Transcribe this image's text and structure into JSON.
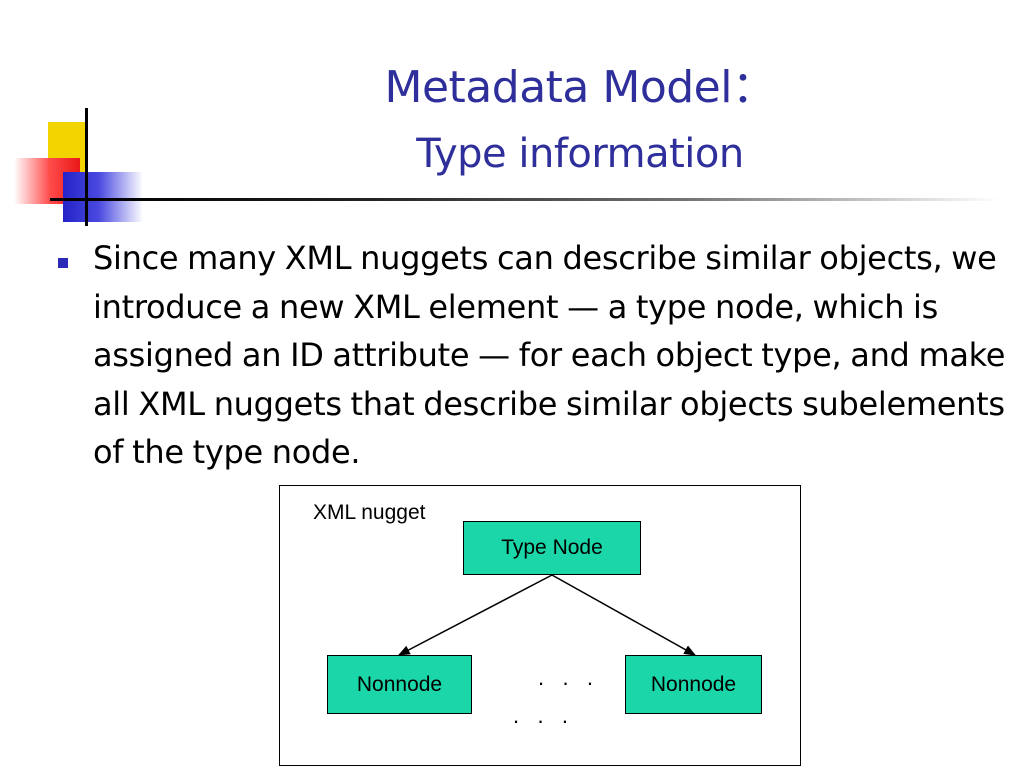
{
  "slide": {
    "title_line1": "Metadata Model：",
    "title_line2": "Type information",
    "bullet_text": "Since many XML nuggets can describe similar objects, we introduce a new XML element — a type node, which is assigned an ID attribute — for each object type, and make all XML nuggets that describe similar objects subelements of the type node."
  },
  "diagram": {
    "container_label": "XML nugget",
    "root_node": "Type Node",
    "child_left": "Nonnode",
    "child_right": "Nonnode",
    "ellipsis_top": ".   .   .",
    "ellipsis_bottom": ".   .   ."
  },
  "colors": {
    "title": "#2f2f9c",
    "bullet": "#2b2bb8",
    "node_fill": "#1ad6a8",
    "logo_yellow": "#f2d400",
    "logo_red": "#e81818",
    "logo_blue": "#2323c8"
  },
  "icons": {
    "bullet": "square-bullet-icon",
    "logo": "color-blocks-logo-icon"
  }
}
